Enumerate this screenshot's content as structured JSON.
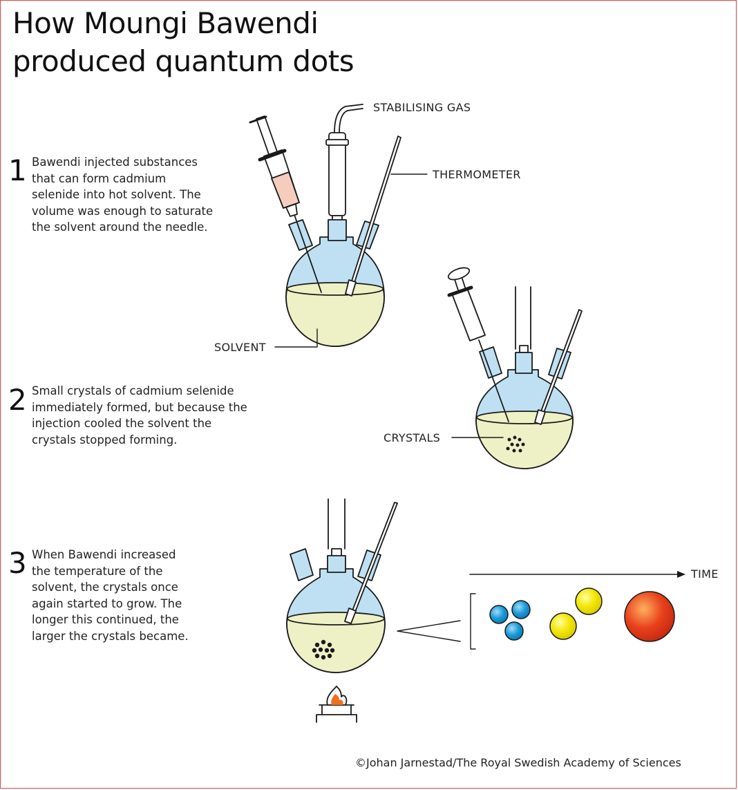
{
  "title": {
    "line1": "How Moungi Bawendi",
    "line2": "produced quantum dots"
  },
  "steps": [
    {
      "number": "1",
      "lines": [
        "Bawendi injected substances",
        "that can form cadmium",
        "selenide into hot solvent. The",
        "volume was enough to saturate",
        "the solvent around the needle."
      ]
    },
    {
      "number": "2",
      "lines": [
        "Small crystals of cadmium selenide",
        "immediately formed, but because the",
        "injection cooled the solvent the",
        "crystals stopped forming."
      ]
    },
    {
      "number": "3",
      "lines": [
        "When Bawendi increased",
        "the temperature of the",
        "solvent, the crystals once",
        "again started to grow. The",
        "longer this continued, the",
        "larger the crystals became."
      ]
    }
  ],
  "labels": {
    "stabilising_gas": "STABILISING GAS",
    "thermometer": "THERMOMETER",
    "solvent": "SOLVENT",
    "crystals": "CRYSTALS",
    "time": "TIME"
  },
  "credit": "©Johan Jarnestad/The Royal Swedish Academy of Sciences",
  "colors": {
    "flask_blue": "#bfe0f2",
    "solvent": "#eef0c6",
    "syringe_liquid": "#f6cdbd",
    "dot_blue": "#1a9ad6",
    "dot_yellow": "#f2e500",
    "dot_red": "#e8411c",
    "flame": "#f07020",
    "frame_border": "#dd4444"
  }
}
